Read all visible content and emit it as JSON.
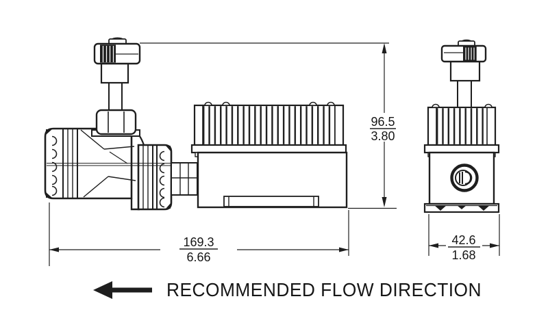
{
  "drawing": {
    "kind": "technical-dimension-drawing",
    "subject": "flow control valve with finned meter body, side view and end view",
    "flow_direction": {
      "label": "RECOMMENDED FLOW DIRECTION",
      "arrow_icon": "arrow-left-icon",
      "direction": "left"
    },
    "dimensions": {
      "height": {
        "mm": "96.5",
        "inch": "3.80"
      },
      "length": {
        "mm": "169.3",
        "inch": "6.66"
      },
      "width": {
        "mm": "42.6",
        "inch": "1.68"
      }
    },
    "colors": {
      "line": "#1e1e1e",
      "background": "#ffffff"
    }
  }
}
